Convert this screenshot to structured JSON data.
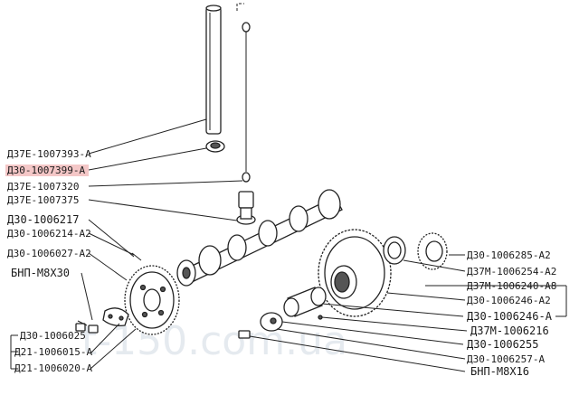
{
  "labels": {
    "pushrod_tube": "Д37Е-1007393-А",
    "cap_highlighted": "Д30-1007399-А",
    "pushrod": "Д37Е-1007320",
    "tappet": "Д37Е-1007375",
    "camshaft": "Д30-1006217",
    "key": "Д30-1006214-А2",
    "cam_gear": "Д30-1006027-А2",
    "bolt_left": "БНП-М8Х30",
    "plate_left": "Д30-1006025",
    "plate_assy_1": "Д21-1006015-А",
    "plate_assy_2": "Д21-1006020-А",
    "gear_small": "Д30-1006285-А2",
    "seal_ring": "Д37М-1006254-А2",
    "idler_assy": "Д37М-1006240-А8",
    "idler_gear": "Д30-1006246-А2",
    "idler_gear_alt": "Д30-1006246-А",
    "bushing": "Д37М-1006216",
    "axle": "Д30-1006255",
    "washer": "Д30-1006257-А",
    "bolt_right": "БНП-М8Х16"
  },
  "watermark": "t-150.com.ua",
  "colors": {
    "highlight": "#f4c7c7",
    "ink": "#1a1a1a"
  }
}
